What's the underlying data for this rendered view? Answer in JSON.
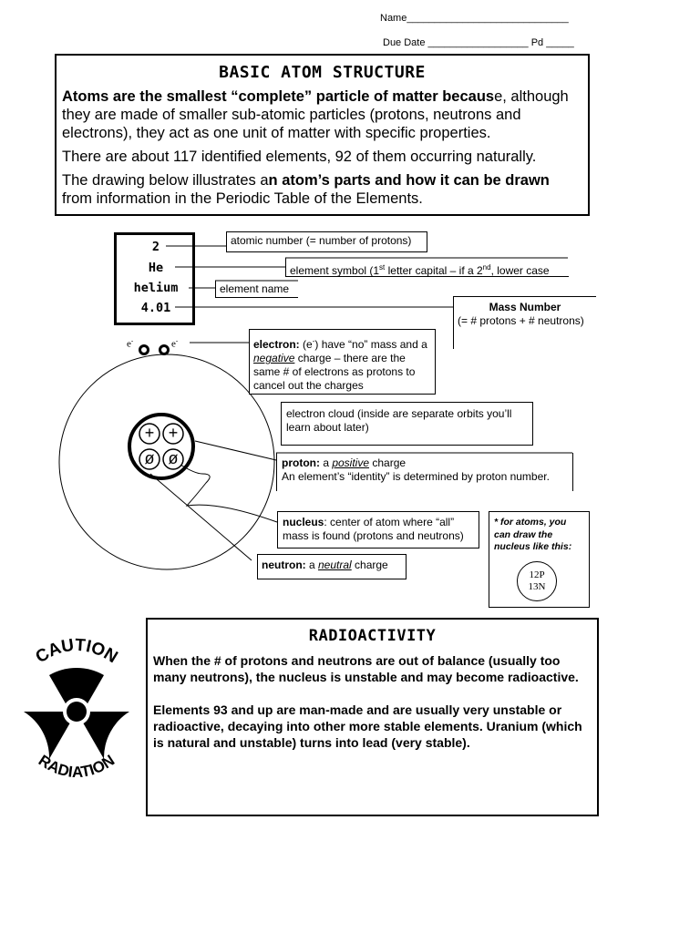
{
  "header": {
    "name_line": "Name_____________________________",
    "due_line": "Due Date __________________ Pd _____"
  },
  "intro": {
    "title": "BASIC  ATOM  STRUCTURE",
    "p1_bold": "Atoms are the smallest “complete” particle of matter becaus",
    "p1_rest": "e, although they are made of smaller sub-atomic particles (protons, neutrons and electrons), they act as one unit of matter with specific properties.",
    "p2": "There are about 117 identified elements, 92 of them occurring naturally.",
    "p3_a": "The drawing below illustrates a",
    "p3_bold": "n atom’s parts and how it can be drawn",
    "p3_b": "from information in the Periodic Table of the Elements."
  },
  "element_card": {
    "number": "2",
    "symbol": "He",
    "name": "helium",
    "mass": "4.01"
  },
  "labels": {
    "atomic_number": "atomic number (= number of protons)",
    "symbol_a": "element symbol (1",
    "symbol_sup1": "st",
    "symbol_b": " letter capital – if a 2",
    "symbol_sup2": "nd",
    "symbol_c": ", lower case",
    "element_name": "element name",
    "mass_title": "Mass Number",
    "mass_desc": "(= # protons + # neutrons)",
    "electron_bold": "electron:",
    "electron_a": " (e",
    "electron_sup": "-",
    "electron_b": ") have “no” mass and a ",
    "electron_neg": "negative",
    "electron_c": " charge – there are the same # of electrons as protons to cancel out the charges",
    "cloud": "electron cloud (inside are separate orbits you’ll learn about later)",
    "proton_bold": "proton:",
    "proton_a": " a ",
    "proton_pos": "positive",
    "proton_b": " charge",
    "proton_line2": "An element’s “identity” is determined by proton number.",
    "nucleus_bold": "nucleus",
    "nucleus_rest": ": center of atom where “all” mass is found (protons and neutrons)",
    "neutron_bold": "neutron:",
    "neutron_a": " a ",
    "neutron_neu": "neutral",
    "neutron_b": " charge",
    "note": "* for atoms, you can draw the nucleus like this:",
    "note_p": "12P",
    "note_n": "13N"
  },
  "atom_symbols": {
    "e_left": "e",
    "e_right": "e",
    "e_sup": "-",
    "plus": "+",
    "neutron_mark": "ø"
  },
  "caution": {
    "top": "CAUTION",
    "bottom": "RADIATION"
  },
  "radioactivity": {
    "title": "RADIOACTIVITY",
    "p1": "When the # of protons and neutrons are out of balance (usually too many neutrons), the nucleus is unstable and may become radioactive.",
    "p2": "Elements 93 and up are man-made and are usually very unstable or radioactive, decaying into other more stable elements.  Uranium (which is natural and unstable) turns into lead (very stable)."
  }
}
